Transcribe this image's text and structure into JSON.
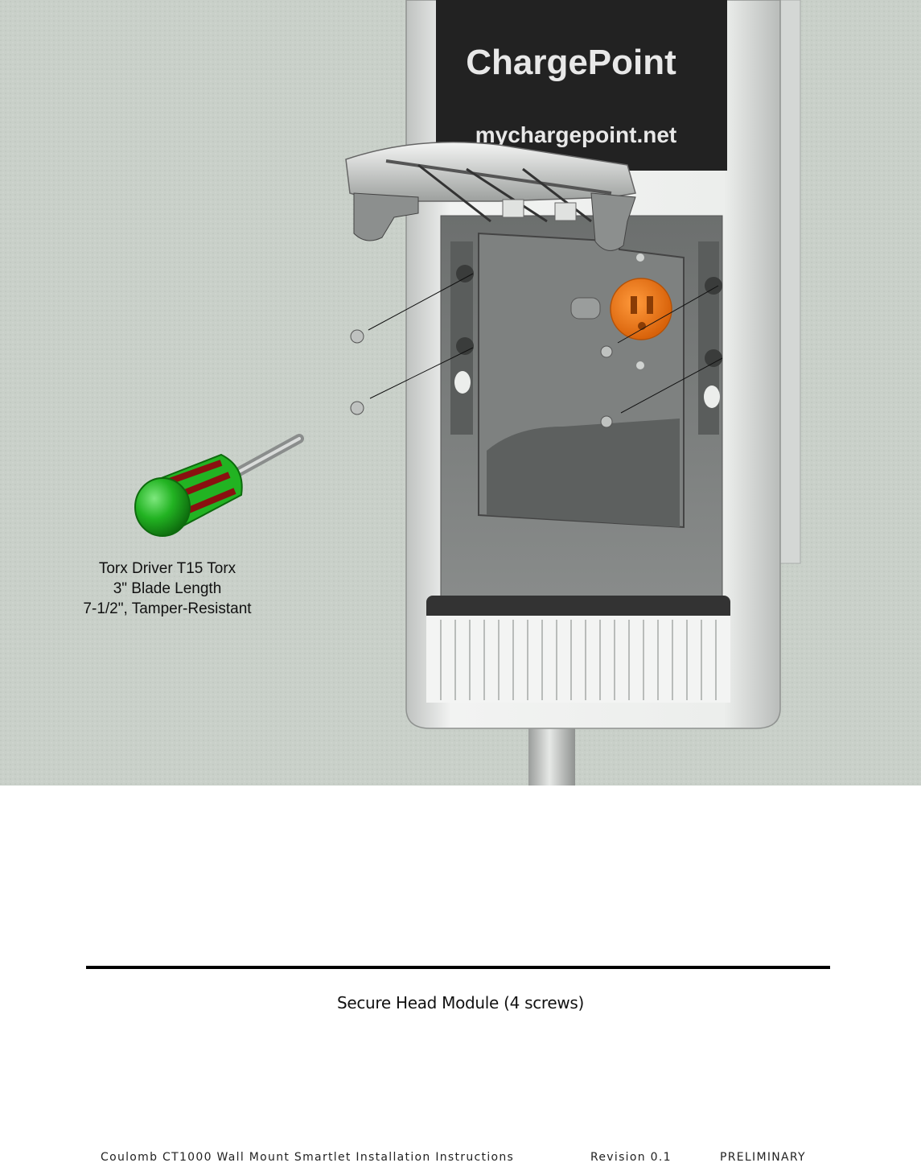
{
  "illustration": {
    "brand_text": "ChargePoint",
    "url_text": "mychargepoint.net",
    "tool_caption": [
      "Torx Driver T15 Torx",
      "3\" Blade Length",
      "7-1/2\", Tamper-Resistant"
    ],
    "colors": {
      "wall": "#c9d0c9",
      "housing": "#e9ebe9",
      "panel": "#222222",
      "outlet": "#ef7a14",
      "driver_handle": "#22b322",
      "driver_stripe": "#8a1010"
    }
  },
  "caption": "Secure Head Module (4 screws)",
  "footer": {
    "document_title": "Coulomb CT1000 Wall Mount Smartlet Installation Instructions",
    "revision": "Revision 0.1",
    "status": "PRELIMINARY"
  }
}
